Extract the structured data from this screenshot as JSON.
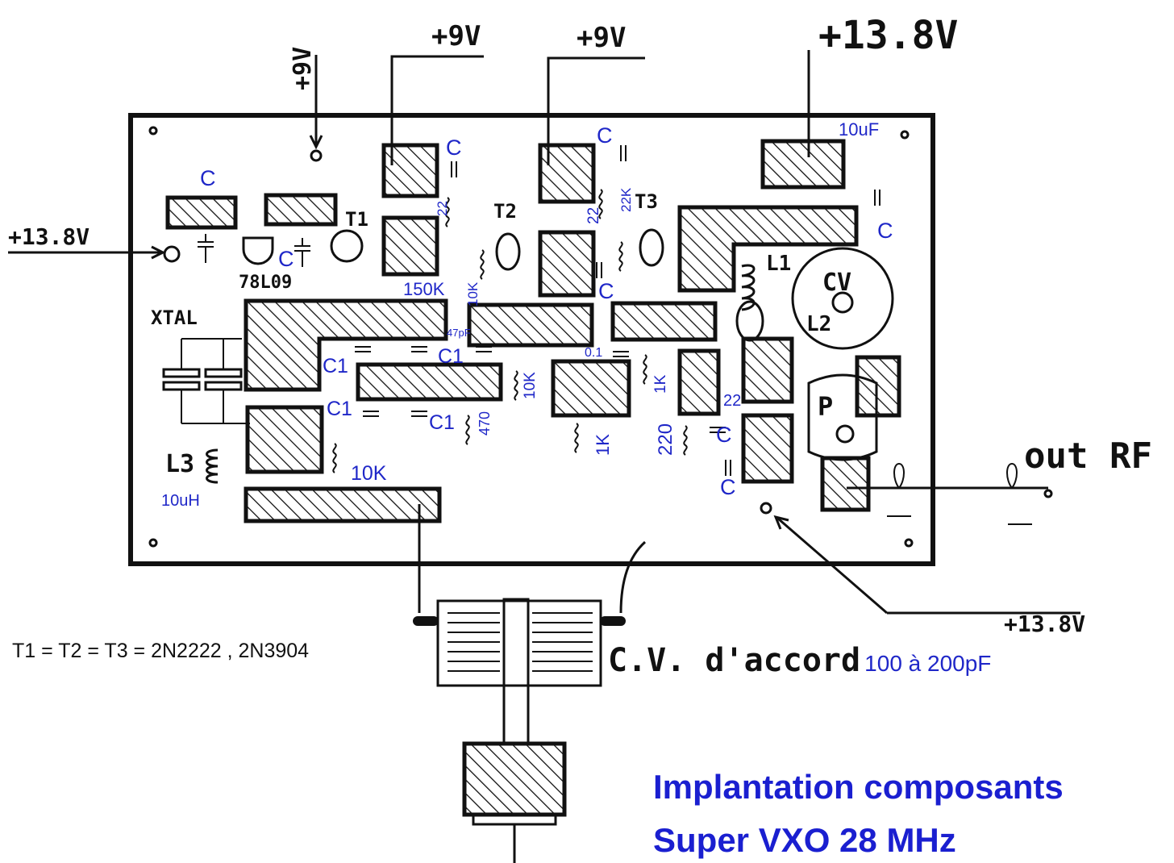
{
  "labels": {
    "supply_top_a": "+9V",
    "supply_top_b": "+9V",
    "supply_top_c": "+13.8V",
    "supply_left_vertical": "+9V",
    "supply_left": "+13.8V",
    "supply_bottom_right": "+13.8V",
    "out_rf": "out RF",
    "xtal": "XTAL",
    "regulator": "78L09",
    "t1": "T1",
    "t2": "T2",
    "t3": "T3",
    "l1": "L1",
    "l2": "L2",
    "l3": "L3",
    "cv": "CV",
    "p": "P",
    "c_regulator": "C",
    "c_regulator_out": "C",
    "c_t1": "C",
    "c_t2_top": "C",
    "c_t2_mid": "C",
    "c_out": "C",
    "c_t3_a": "C",
    "c_t3_b": "C",
    "c_1": "C1",
    "c_2": "C1",
    "c_3": "C1",
    "c_4": "C1",
    "r_10k_a": "10K",
    "r_10k_b": "10K",
    "r_10k_c": "10K",
    "r_150k": "150K",
    "r_22_a": "22",
    "r_22_b": "22",
    "r_22k": "22K",
    "r_22_c": "22",
    "r_1k_a": "1K",
    "r_1k_b": "1K",
    "r_220": "220",
    "r_470": "470",
    "c_47pf": "47pF",
    "c_0_1": "0.1",
    "c_10uf": "10uF",
    "l3_value": "10uH"
  },
  "transistor_note": "T1 = T2 = T3 = 2N2222 , 2N3904",
  "cv_note": {
    "label": "C.V. d'accord",
    "value": "100 à 200pF"
  },
  "title": {
    "line1": "Implantation composants",
    "line2": "Super VXO 28 MHz"
  }
}
